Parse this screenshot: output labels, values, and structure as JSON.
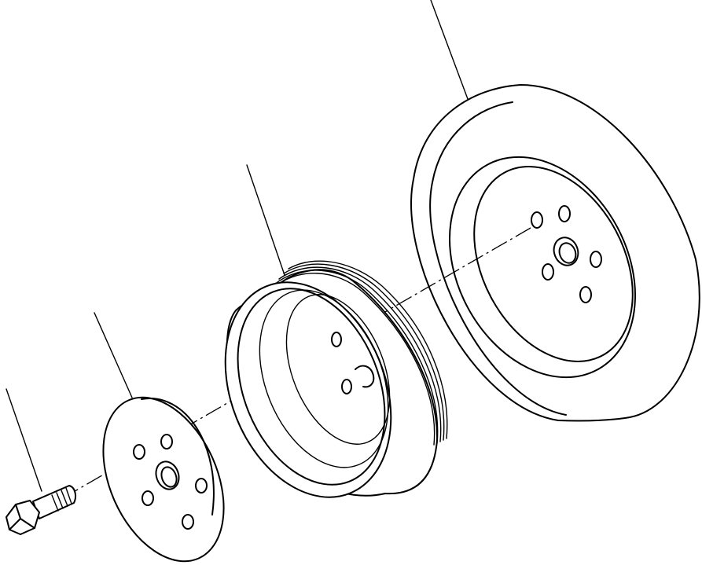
{
  "diagram": {
    "parts": [
      {
        "id": "damper"
      },
      {
        "id": "pulley"
      },
      {
        "id": "plate"
      },
      {
        "id": "bolt"
      }
    ],
    "leader_count": 4,
    "exploded_axis": true,
    "line_color": "#000000",
    "background": "#ffffff"
  }
}
